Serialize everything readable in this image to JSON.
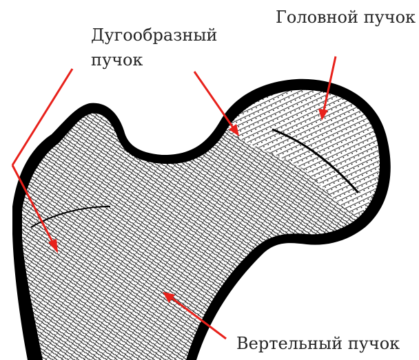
{
  "labels": {
    "arcuate_line1": "Дугообразный",
    "arcuate_line2": "пучок",
    "head_bundle": "Головной пучок",
    "trochanteric_bundle": "Вертельный пучок"
  },
  "colors": {
    "arrow": "#e8211b",
    "bone_ink": "#000000",
    "text": "#222222"
  }
}
